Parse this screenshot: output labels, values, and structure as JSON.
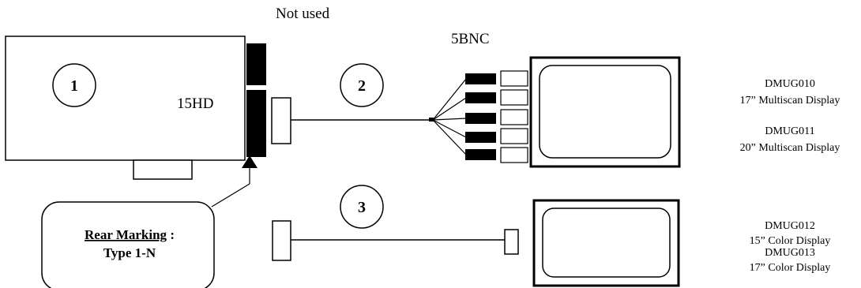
{
  "labels": {
    "not_used": "Not used",
    "connector_5bnc": "5BNC",
    "connector_15hd": "15HD"
  },
  "callouts": {
    "c1": "1",
    "c2": "2",
    "c3": "3"
  },
  "rear_marking": {
    "title": "Rear Marking",
    "separator": " :",
    "type": "Type 1-N"
  },
  "displays": [
    {
      "model": "DMUG010",
      "description": "17” Multiscan Display"
    },
    {
      "model": "DMUG011",
      "description": "20” Multiscan Display"
    },
    {
      "model": "DMUG012",
      "description": "15” Color Display"
    },
    {
      "model": "DMUG013",
      "description": "17” Color Display"
    }
  ]
}
